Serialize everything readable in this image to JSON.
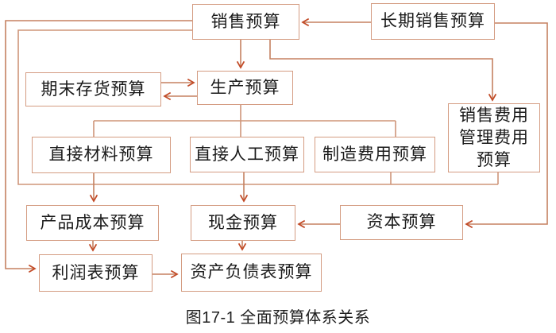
{
  "figure": {
    "caption": "图17-1 全面预算体系关系"
  },
  "colors": {
    "box_border": "#d49c82",
    "connector_line": "#cf9579",
    "arrow_head": "#c24a26",
    "text": "#1a1a1a",
    "background": "#ffffff"
  },
  "nodes": [
    {
      "id": "sales-budget",
      "label": "销售预算"
    },
    {
      "id": "longterm-sales-budget",
      "label": "长期销售预算"
    },
    {
      "id": "ending-inventory-budget",
      "label": "期末存货预算"
    },
    {
      "id": "production-budget",
      "label": "生产预算"
    },
    {
      "id": "direct-materials-budget",
      "label": "直接材料预算"
    },
    {
      "id": "direct-labor-budget",
      "label": "直接人工预算"
    },
    {
      "id": "manufacturing-overhead-budget",
      "label": "制造费用预算"
    },
    {
      "id": "selling-admin-expense-budget",
      "label": "销售费用管理费用预算",
      "lines": [
        "销售费用",
        "管理费用",
        "预算"
      ]
    },
    {
      "id": "product-cost-budget",
      "label": "产品成本预算"
    },
    {
      "id": "cash-budget",
      "label": "现金预算"
    },
    {
      "id": "capital-budget",
      "label": "资本预算"
    },
    {
      "id": "income-statement-budget",
      "label": "利润表预算"
    },
    {
      "id": "balance-sheet-budget",
      "label": "资产负债表预算"
    }
  ],
  "edges": [
    {
      "from": "longterm-sales-budget",
      "to": "sales-budget"
    },
    {
      "from": "longterm-sales-budget",
      "to": "capital-budget"
    },
    {
      "from": "sales-budget",
      "to": "production-budget"
    },
    {
      "from": "sales-budget",
      "to": "selling-admin-expense-budget"
    },
    {
      "from": "sales-budget",
      "to": "income-statement-budget"
    },
    {
      "from": "sales-budget",
      "to": "cash-budget"
    },
    {
      "from": "ending-inventory-budget",
      "to": "production-budget"
    },
    {
      "from": "production-budget",
      "to": "ending-inventory-budget"
    },
    {
      "from": "production-budget",
      "to": "direct-materials-budget"
    },
    {
      "from": "production-budget",
      "to": "direct-labor-budget"
    },
    {
      "from": "production-budget",
      "to": "manufacturing-overhead-budget"
    },
    {
      "from": "direct-materials-budget",
      "to": "product-cost-budget"
    },
    {
      "from": "direct-labor-budget",
      "to": "cash-budget"
    },
    {
      "from": "manufacturing-overhead-budget",
      "to": "cash-budget"
    },
    {
      "from": "selling-admin-expense-budget",
      "to": "cash-budget"
    },
    {
      "from": "capital-budget",
      "to": "cash-budget"
    },
    {
      "from": "product-cost-budget",
      "to": "income-statement-budget"
    },
    {
      "from": "cash-budget",
      "to": "balance-sheet-budget"
    },
    {
      "from": "income-statement-budget",
      "to": "balance-sheet-budget"
    }
  ]
}
